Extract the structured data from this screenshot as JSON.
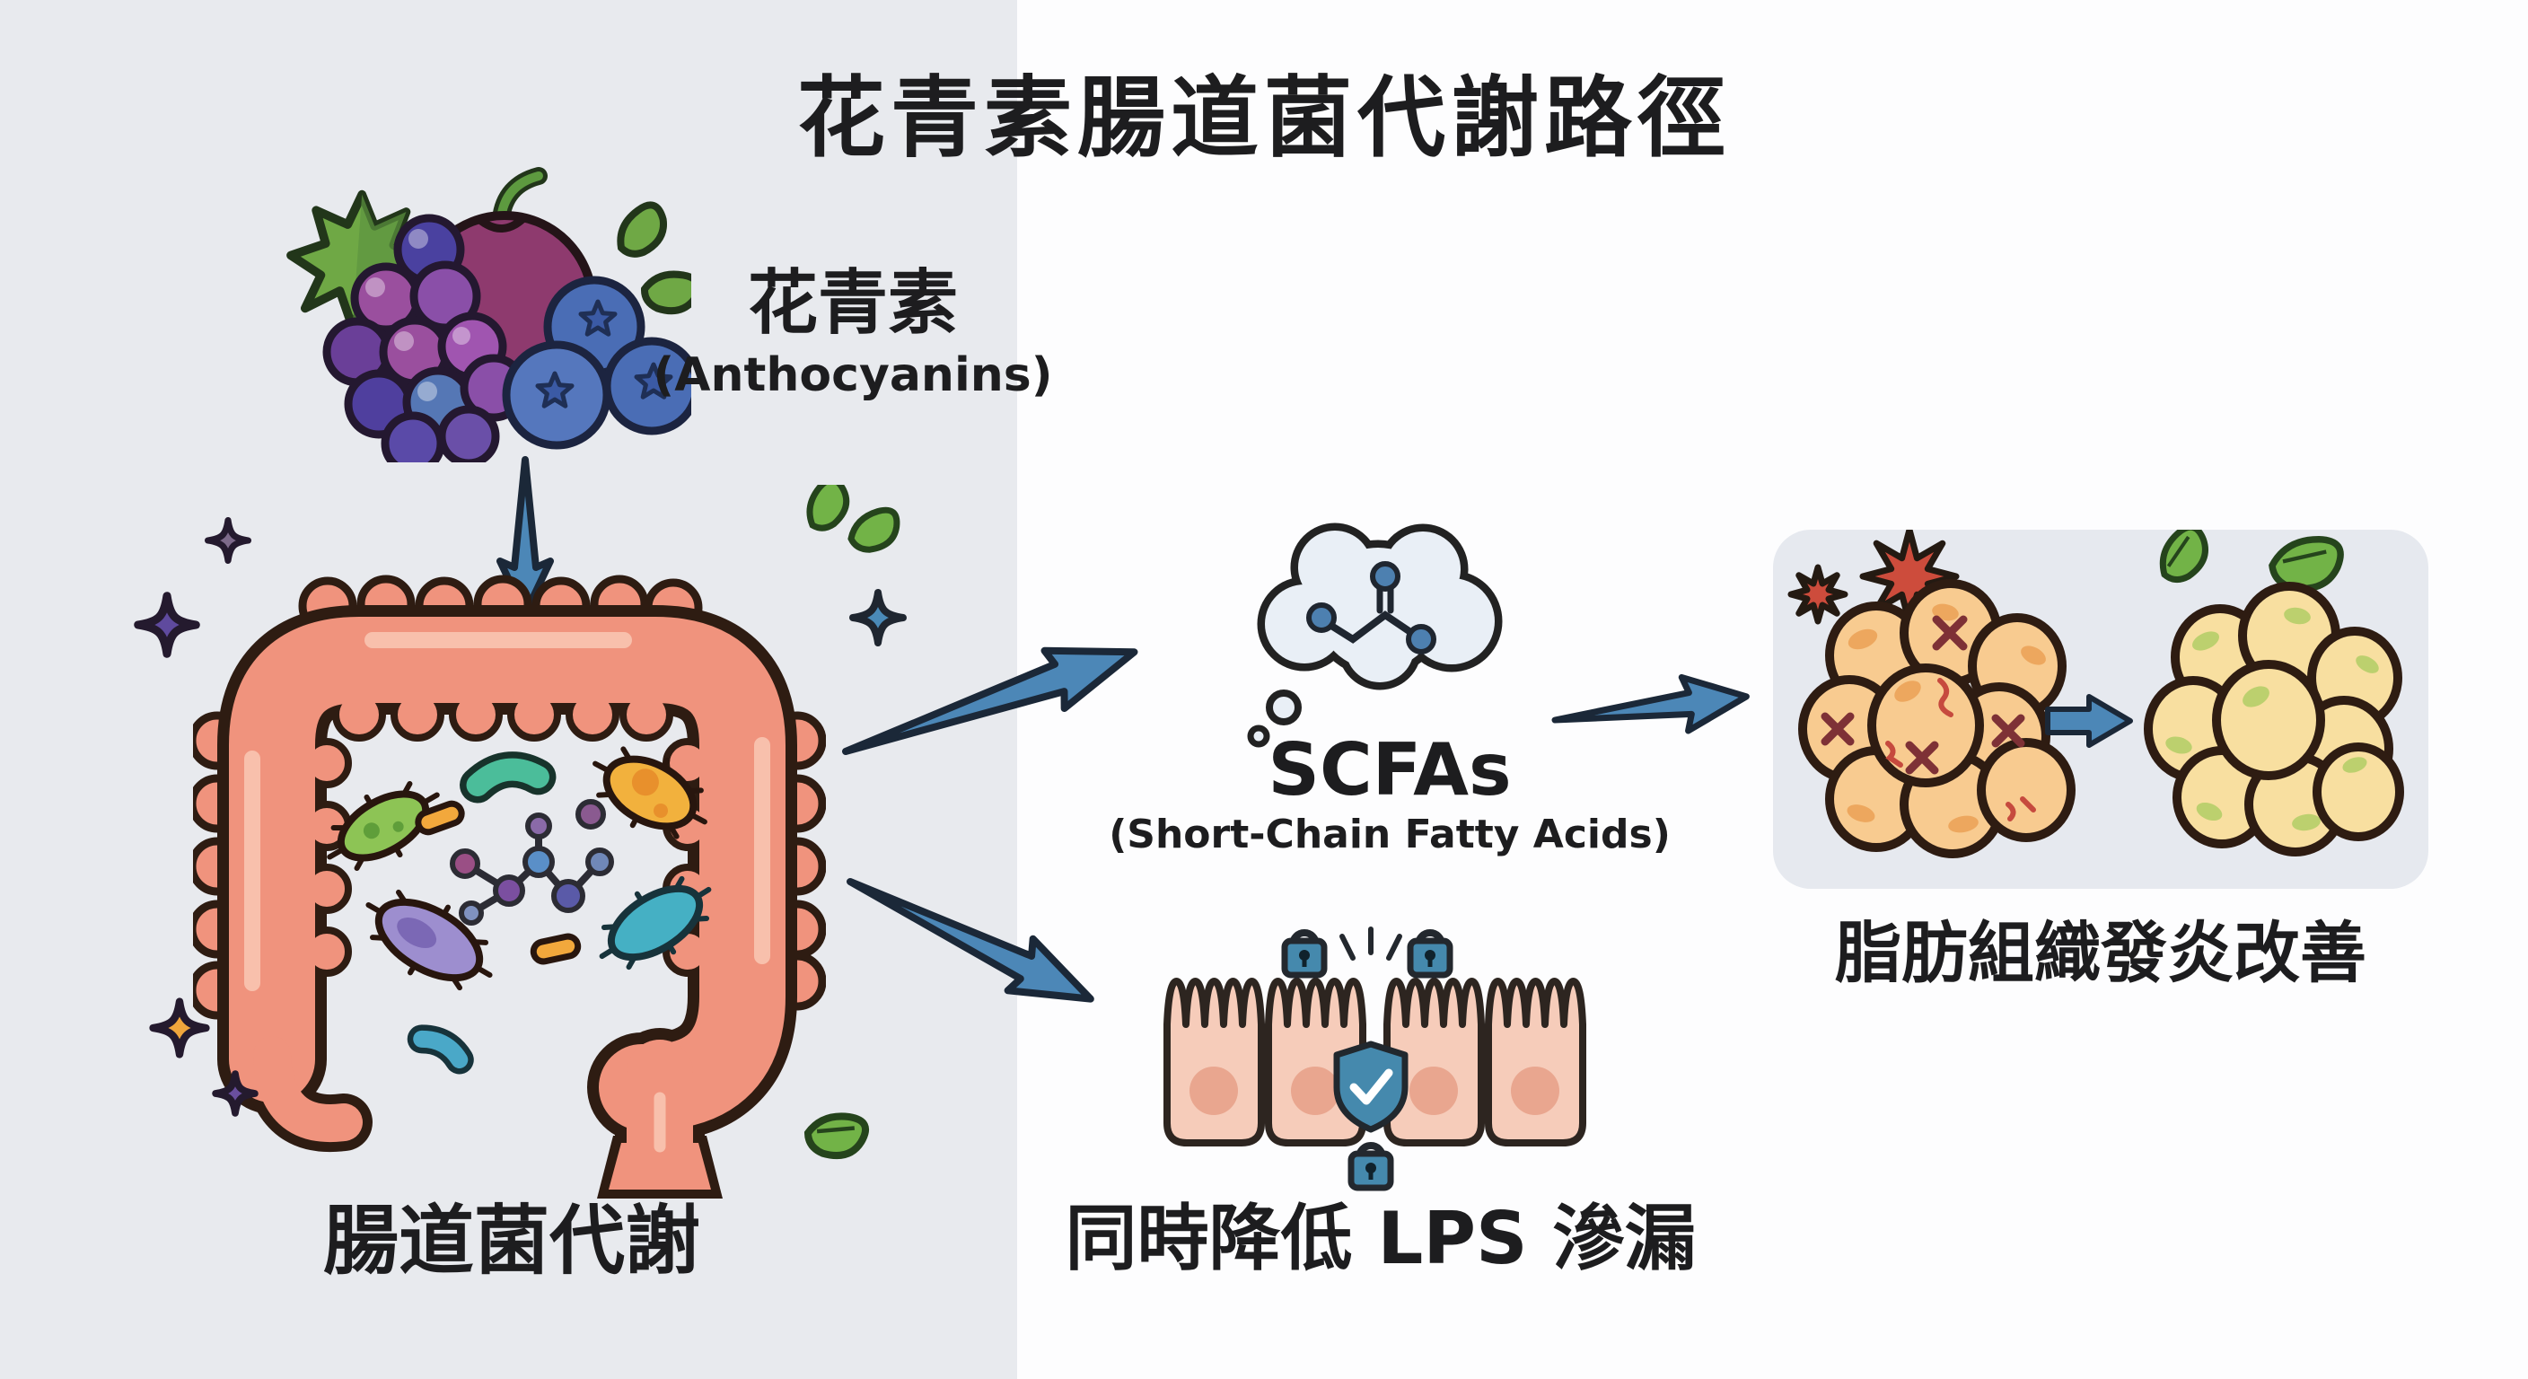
{
  "title": "花青素腸道菌代謝路徑",
  "flow": {
    "anthocyanins": {
      "label": "花青素",
      "sublabel": "(Anthocyanins)"
    },
    "gut_metabolism": {
      "label": "腸道菌代謝"
    },
    "scfas": {
      "label": "SCFAs",
      "sublabel": "(Short-Chain Fatty Acids)"
    },
    "adipose": {
      "label": "脂肪組織發炎改善"
    },
    "lps": {
      "label": "同時降低 LPS 滲漏"
    }
  },
  "icons": {
    "berries": "berries-icon",
    "intestine": "intestine-icon",
    "scfa_cloud": "thought-cloud-molecule-icon",
    "inflamed_fat": "inflamed-fat-cells-icon",
    "healthy_fat": "healthy-fat-cells-icon",
    "barrier": "gut-barrier-shield-locks-icon"
  },
  "colors": {
    "canvas_bg": "#fdfdfe",
    "panel_bg": "#e8eaee",
    "fat_panel_bg": "#e6e9ef",
    "text": "#1d1d1f",
    "arrow_blue": "#4c87b7",
    "arrow_outline": "#1b2838",
    "intestine_fill": "#f0937d",
    "intestine_highlight": "#f8c0ac",
    "outline_dark": "#2e1c12",
    "cloud_fill": "#e9eff6",
    "molecule_blue": "#4d80b0",
    "inflamed_cell": "#f8cb90",
    "healthy_cell": "#f8dfa0",
    "barrier_cell": "#f6ccba",
    "security_blue": "#4589ad",
    "leaf_green": "#72b347",
    "inflammation_red": "#cd4c3c"
  }
}
